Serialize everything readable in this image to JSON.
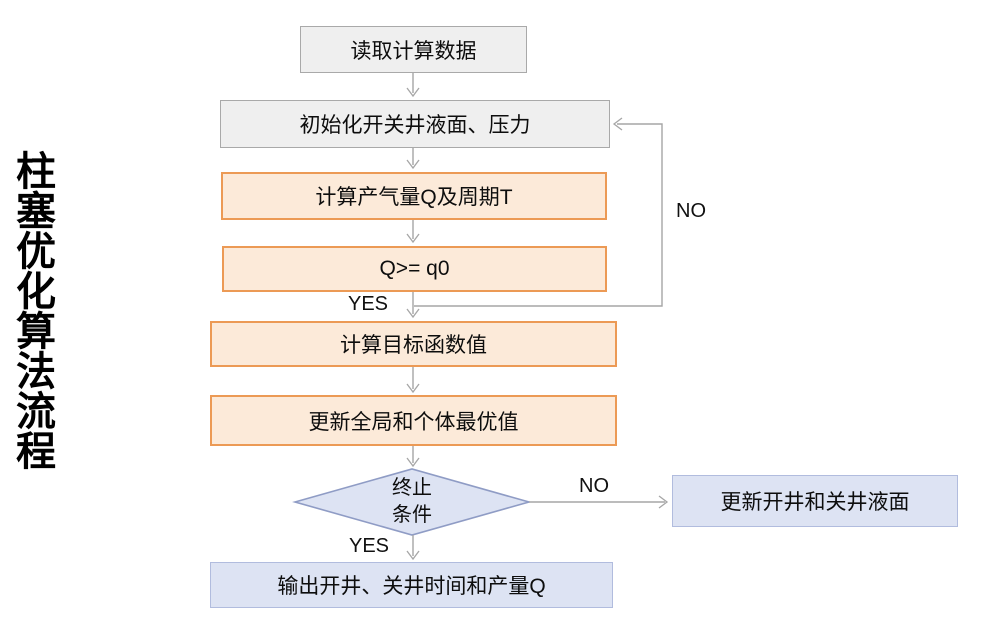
{
  "title": "柱塞优化算法流程",
  "colors": {
    "gray_fill": "#efefef",
    "gray_border": "#a9a9a9",
    "orange_fill": "#fcead9",
    "orange_border": "#ec9a55",
    "blue_fill": "#dde3f3",
    "blue_border": "#b1bcde",
    "diamond_border": "#8f9cc5",
    "arrow_color": "#a6a6a6"
  },
  "nodes": {
    "read_data": {
      "label": "读取计算数据"
    },
    "init": {
      "label": "初始化开关井液面、压力"
    },
    "calc_q": {
      "label": "计算产气量Q及周期T"
    },
    "q_check": {
      "label": "Q>= q0"
    },
    "calc_obj": {
      "label": "计算目标函数值"
    },
    "update_best": {
      "label": "更新全局和个体最优值"
    },
    "terminate": {
      "line1": "终止",
      "line2": "条件"
    },
    "update_liquid": {
      "label": "更新开井和关井液面"
    },
    "output": {
      "label": "输出开井、关井时间和产量Q"
    }
  },
  "edge_labels": {
    "q_yes": "YES",
    "q_no": "NO",
    "term_no": "NO",
    "term_yes": "YES"
  }
}
